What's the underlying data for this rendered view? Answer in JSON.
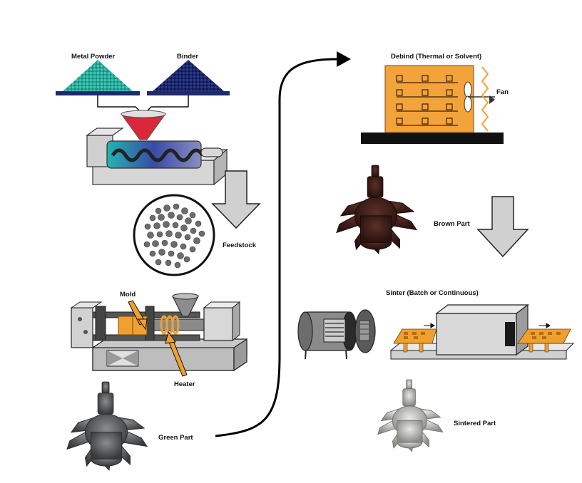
{
  "labels": {
    "metal_powder": "Metal Powder",
    "binder": "Binder",
    "feedstock": "Feedstock",
    "mold": "Mold",
    "heater": "Heater",
    "green_part": "Green Part",
    "debind": "Debind (Thermal or Solvent)",
    "fan": "Fan",
    "brown_part": "Brown Part",
    "sinter": "Sinter (Batch or Continuous)",
    "sintered_part": "Sintered Part"
  },
  "colors": {
    "metal_powder": "#2fb8a8",
    "binder": "#1d2a6e",
    "tray": "#1f2a6b",
    "hopper_red": "#d8283a",
    "debind_oven": "#f2a33a",
    "mold_orange": "#f0a030",
    "brown_part": "#3a1e18",
    "green_part": "#55575a",
    "sintered_part": "#a8a8a2",
    "flow_arrow": "#000000",
    "down_arrow_fill": "#d0d0d0"
  },
  "icons": [
    "powder-pile-icon",
    "binder-pile-icon",
    "mixer-extruder-icon",
    "feedstock-pellets-icon",
    "injection-molding-machine-icon",
    "turbine-part-icon",
    "debind-oven-icon",
    "fan-icon",
    "batch-furnace-icon",
    "continuous-furnace-icon"
  ]
}
